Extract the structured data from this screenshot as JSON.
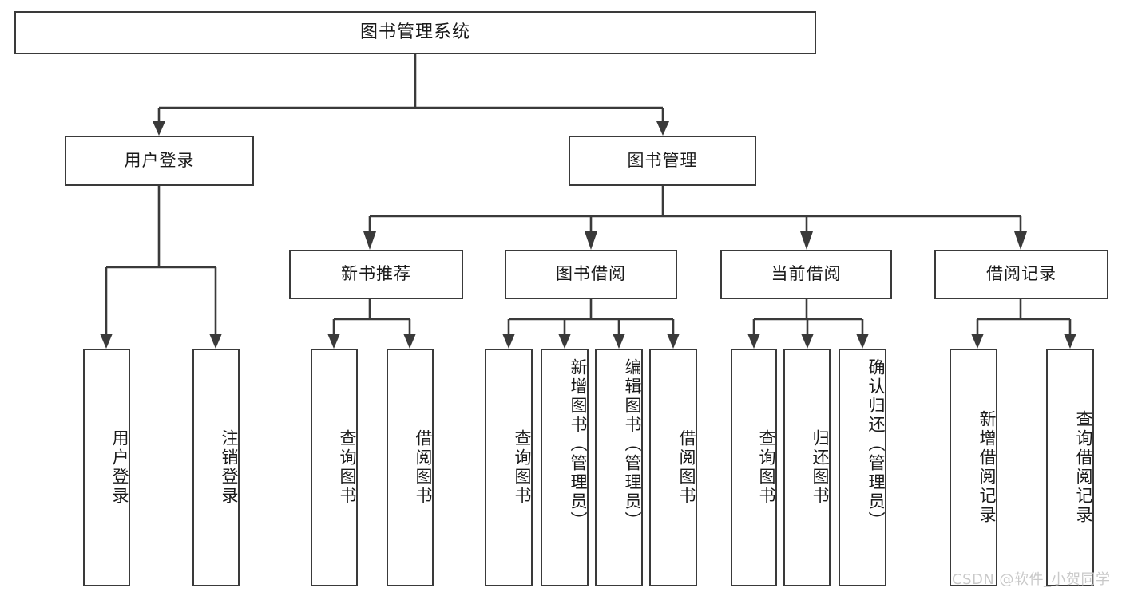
{
  "diagram": {
    "title": "图书管理系统",
    "type": "tree-hierarchy-chart",
    "watermark": "CSDN @软件_小贺同学",
    "colors": {
      "stroke": "#3a3a3a",
      "fill": "#ffffff",
      "text": "#1a1a1a",
      "watermark": "#c9c9c9"
    },
    "root": {
      "label": "图书管理系统"
    },
    "level2": [
      {
        "label": "用户登录"
      },
      {
        "label": "图书管理"
      }
    ],
    "level3": [
      {
        "label": "新书推荐"
      },
      {
        "label": "图书借阅"
      },
      {
        "label": "当前借阅"
      },
      {
        "label": "借阅记录"
      }
    ],
    "leaves": {
      "user_login": [
        {
          "label": "用户登录"
        },
        {
          "label": "注销登录"
        }
      ],
      "new_book": [
        {
          "label": "查询图书"
        },
        {
          "label": "借阅图书"
        }
      ],
      "book_borrow": [
        {
          "label": "查询图书"
        },
        {
          "label": "新增图书（管理员）"
        },
        {
          "label": "编辑图书（管理员）"
        },
        {
          "label": "借阅图书"
        }
      ],
      "current_borrow": [
        {
          "label": "查询图书"
        },
        {
          "label": "归还图书"
        },
        {
          "label": "确认归还（管理员）"
        }
      ],
      "borrow_record": [
        {
          "label": "新增借阅记录"
        },
        {
          "label": "查询借阅记录"
        }
      ]
    }
  }
}
